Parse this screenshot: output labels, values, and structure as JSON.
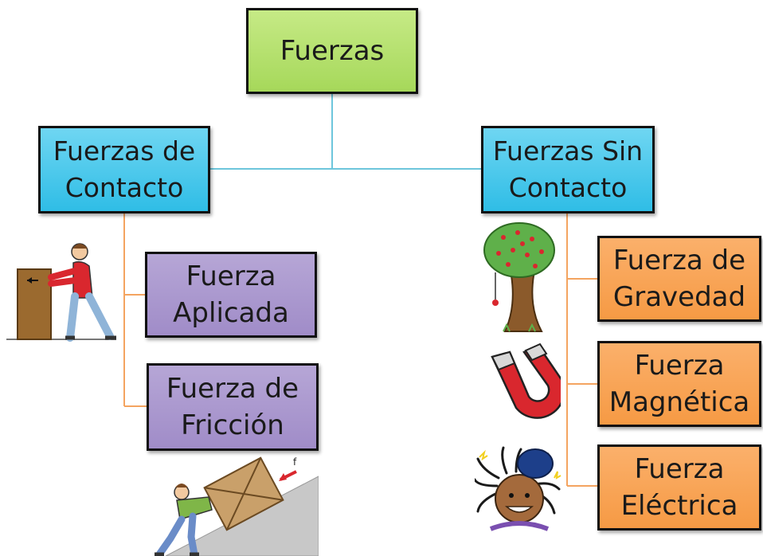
{
  "root": {
    "label": "Fuerzas"
  },
  "contact": {
    "title": [
      "Fuerzas de",
      "Contacto"
    ],
    "items": [
      {
        "lines": [
          "Fuerza",
          "Aplicada"
        ]
      },
      {
        "lines": [
          "Fuerza de",
          "Fricción"
        ]
      }
    ]
  },
  "noncontact": {
    "title": [
      "Fuerzas Sin",
      "Contacto"
    ],
    "items": [
      {
        "lines": [
          "Fuerza de",
          "Gravedad"
        ]
      },
      {
        "lines": [
          "Fuerza",
          "Magnética"
        ]
      },
      {
        "lines": [
          "Fuerza",
          "Eléctrica"
        ]
      }
    ]
  },
  "colors": {
    "root": "#a6d85a",
    "category": "#2fbde6",
    "contact_item": "#a08cc8",
    "noncontact_item": "#f69a44",
    "blue_connector": "#6ec6dc",
    "orange_connector": "#f4a460"
  },
  "illustrations": {
    "push_box": "person-pushing-box",
    "incline": "person-pushing-crate-up-incline",
    "tree": "apple-tree-falling-apple",
    "magnet": "horseshoe-magnet",
    "static_hair": "girl-static-hair-balloon",
    "incline_label": "f"
  }
}
